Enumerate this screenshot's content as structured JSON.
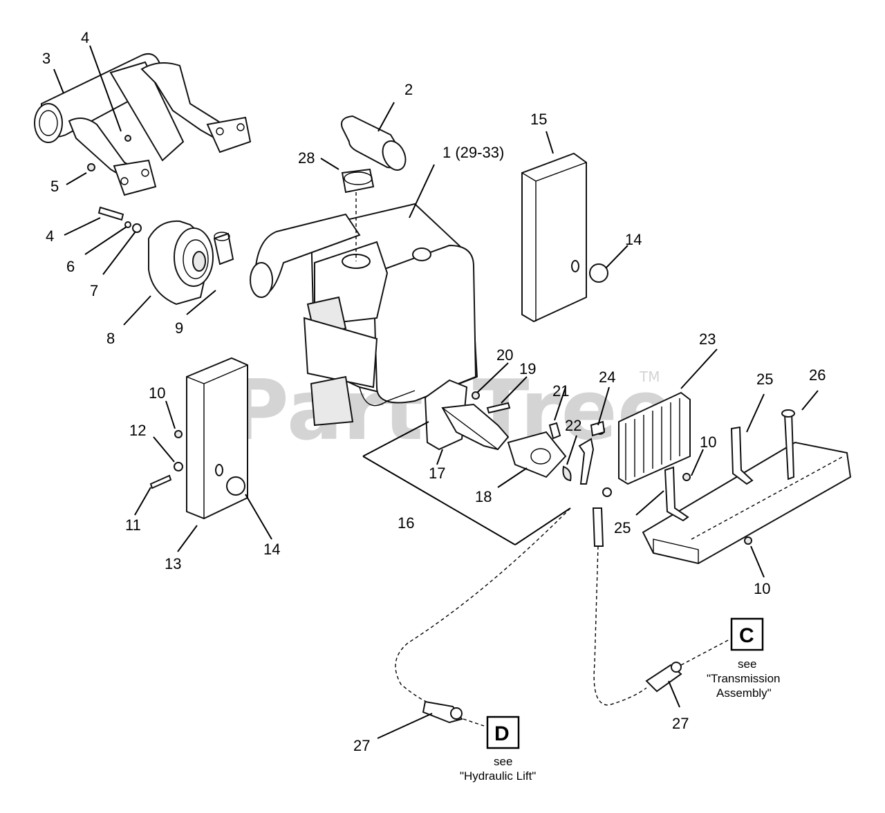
{
  "watermark": {
    "text": "PartsTree",
    "tm": "TM"
  },
  "callouts": {
    "c1": "1 (29-33)",
    "c2": "2",
    "c3": "3",
    "c4a": "4",
    "c4b": "4",
    "c5": "5",
    "c6": "6",
    "c7": "7",
    "c8": "8",
    "c9": "9",
    "c10a": "10",
    "c10b": "10",
    "c10c": "10",
    "c11": "11",
    "c12": "12",
    "c13": "13",
    "c14a": "14",
    "c14b": "14",
    "c15": "15",
    "c16": "16",
    "c17": "17",
    "c18": "18",
    "c19": "19",
    "c20": "20",
    "c21": "21",
    "c22": "22",
    "c23": "23",
    "c24": "24",
    "c25a": "25",
    "c25b": "25",
    "c26": "26",
    "c27a": "27",
    "c27b": "27",
    "c28": "28"
  },
  "refs": {
    "c": {
      "letter": "C",
      "see": "see",
      "line1": "\"Transmission",
      "line2": "Assembly\""
    },
    "d": {
      "letter": "D",
      "see": "see",
      "line1": "\"Hydraulic Lift\""
    }
  }
}
